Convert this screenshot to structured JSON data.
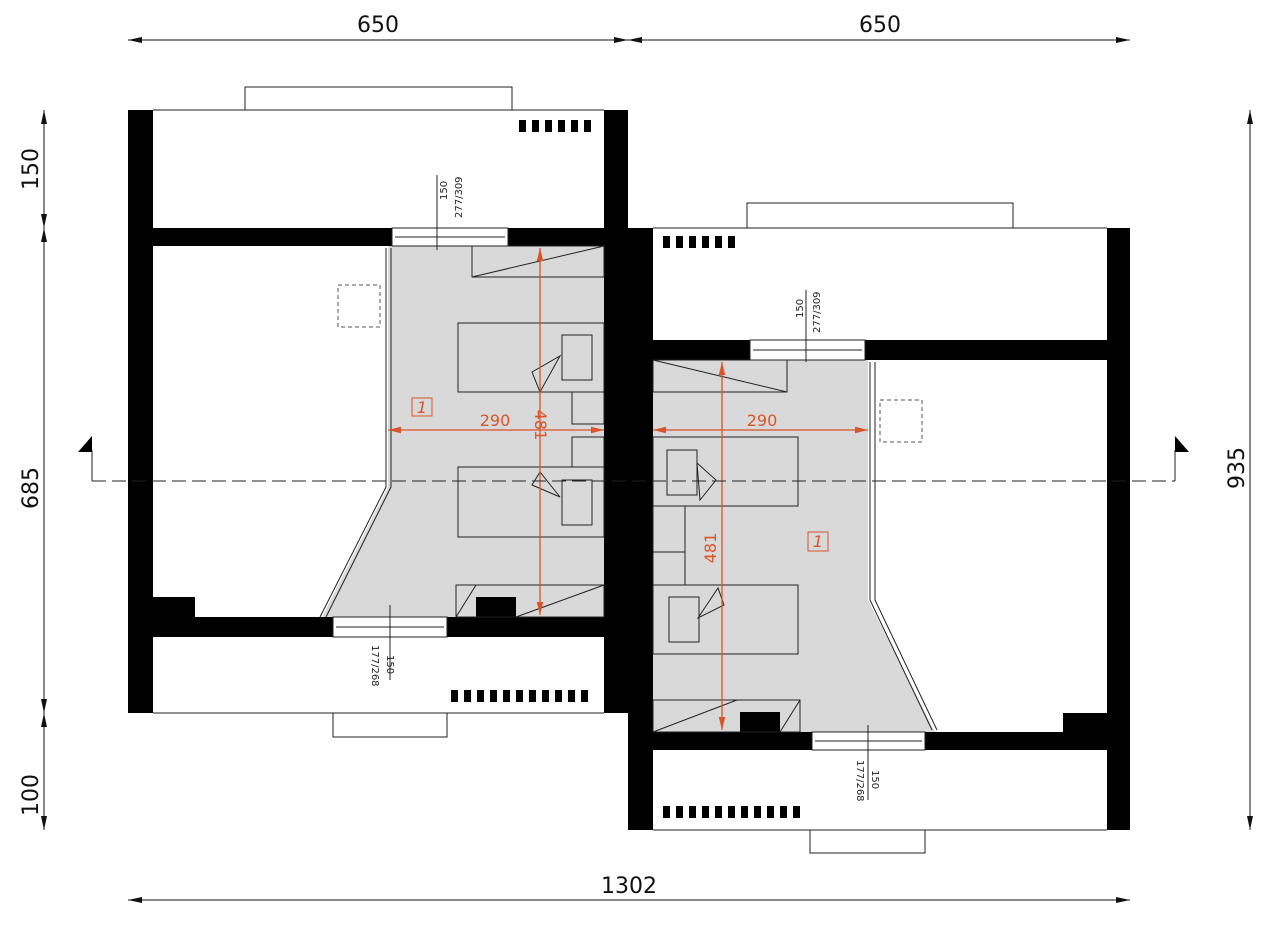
{
  "dimensions": {
    "top_left_width": "650",
    "top_right_width": "650",
    "left_top_depth": "150",
    "left_middle_depth": "685",
    "left_bottom_depth": "100",
    "right_total_depth": "935",
    "bottom_total_width": "1302"
  },
  "units": [
    {
      "room_number": "1",
      "room_width": "290",
      "room_length": "481",
      "top_window": {
        "height": "150",
        "size": "277/309"
      },
      "bottom_window": {
        "height": "150",
        "size": "177/268"
      }
    },
    {
      "room_number": "1",
      "room_width": "290",
      "room_length": "481",
      "top_window": {
        "height": "150",
        "size": "277/309"
      },
      "bottom_window": {
        "height": "150",
        "size": "177/268"
      }
    }
  ],
  "colors": {
    "accent": "#d9532b",
    "floor": "#d9d9d9",
    "wall": "#000000"
  }
}
